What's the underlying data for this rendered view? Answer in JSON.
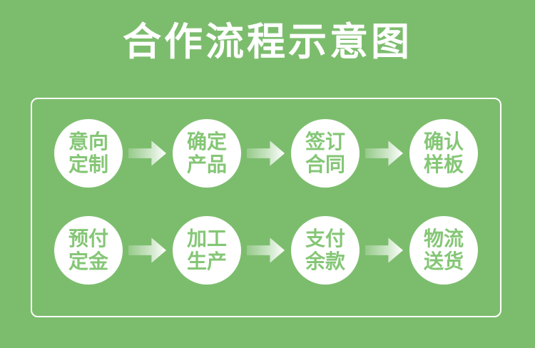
{
  "title": "合作流程示意图",
  "colors": {
    "bg": "#7cbd6d",
    "title_text": "#ffffff",
    "panel_border": "#ffffff",
    "circle_bg": "#ffffff",
    "circle_text": "#85c676",
    "arrow_tail": "rgba(255,255,255,0.25)",
    "arrow_head": "#ffffff"
  },
  "flow": {
    "rows": [
      {
        "steps": [
          {
            "label": "意向\n定制"
          },
          {
            "label": "确定\n产品"
          },
          {
            "label": "签订\n合同"
          },
          {
            "label": "确认\n样板"
          }
        ]
      },
      {
        "steps": [
          {
            "label": "预付\n定金"
          },
          {
            "label": "加工\n生产"
          },
          {
            "label": "支付\n余款"
          },
          {
            "label": "物流\n送货"
          }
        ]
      }
    ]
  }
}
